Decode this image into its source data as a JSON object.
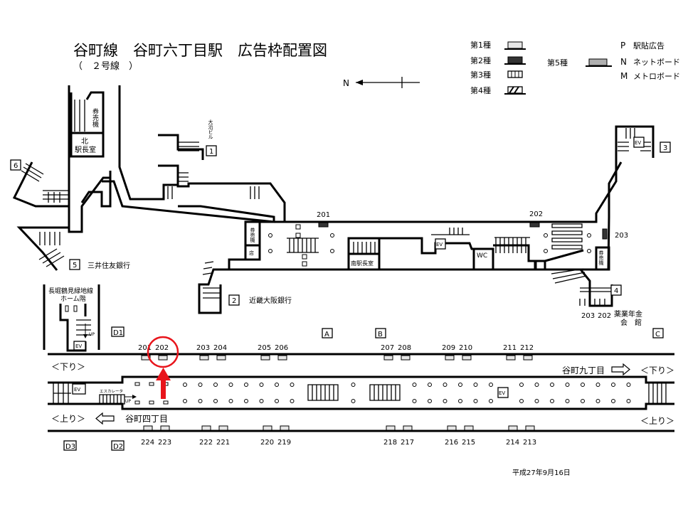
{
  "title": "谷町線　谷町六丁目駅　広告枠配置図",
  "subtitle": "（　２号線　）",
  "compass": "N",
  "legend": {
    "type1": "第1種",
    "type2": "第2種",
    "type3": "第3種",
    "type4": "第4種",
    "type5": "第5種",
    "P": "P",
    "P_label": "駅貼広告",
    "N": "N",
    "N_label": "ネットボード",
    "M": "M",
    "M_label": "メトロボード"
  },
  "colors": {
    "highlight": "#e8141b",
    "ad_type1": "#e6e6e6",
    "ad_type2": "#333333",
    "ad_type5": "#b0b0b0"
  },
  "concourse": {
    "ticket_machine": "券売機",
    "north_office": "北\n駅長室",
    "north_office_l1": "北",
    "north_office_l2": "駅長室",
    "south_office": "南駅長室",
    "shop": "店",
    "wc": "WC",
    "ev": "EV",
    "building_1": "大沿ビル",
    "exits": [
      "1",
      "2",
      "3",
      "4",
      "5",
      "6"
    ],
    "exit2_label": "近畿大阪銀行",
    "exit5_label": "三井住友銀行",
    "exit4_label_l1": "薬業年金",
    "exit4_label_l2": "会　館",
    "ads": {
      "c201": "201",
      "c202": "202",
      "c203": "203",
      "e4_203": "203",
      "e4_202": "202"
    }
  },
  "platform": {
    "nagahori_l1": "長堀鶴見緑地線",
    "nagahori_l2": "ホーム階",
    "up": "UP",
    "escalator": "エスカレータ",
    "ev": "EV",
    "down_label_left": "＜下り＞",
    "down_label_right": "＜下り＞",
    "up_label_left": "＜上り＞",
    "up_label_right": "＜上り＞",
    "dest_down": "谷町九丁目",
    "dest_up": "谷町四丁目",
    "gates": {
      "D1": "D1",
      "D2": "D2",
      "D3": "D3",
      "A": "A",
      "B": "B",
      "C": "C"
    },
    "top_ads": [
      "201",
      "202",
      "203",
      "204",
      "205",
      "206",
      "207",
      "208",
      "209",
      "210",
      "211",
      "212"
    ],
    "bottom_ads": [
      "224",
      "223",
      "222",
      "221",
      "220",
      "219",
      "218",
      "217",
      "216",
      "215",
      "214",
      "213"
    ],
    "highlighted_ad": "202"
  },
  "date": "平成27年9月16日"
}
